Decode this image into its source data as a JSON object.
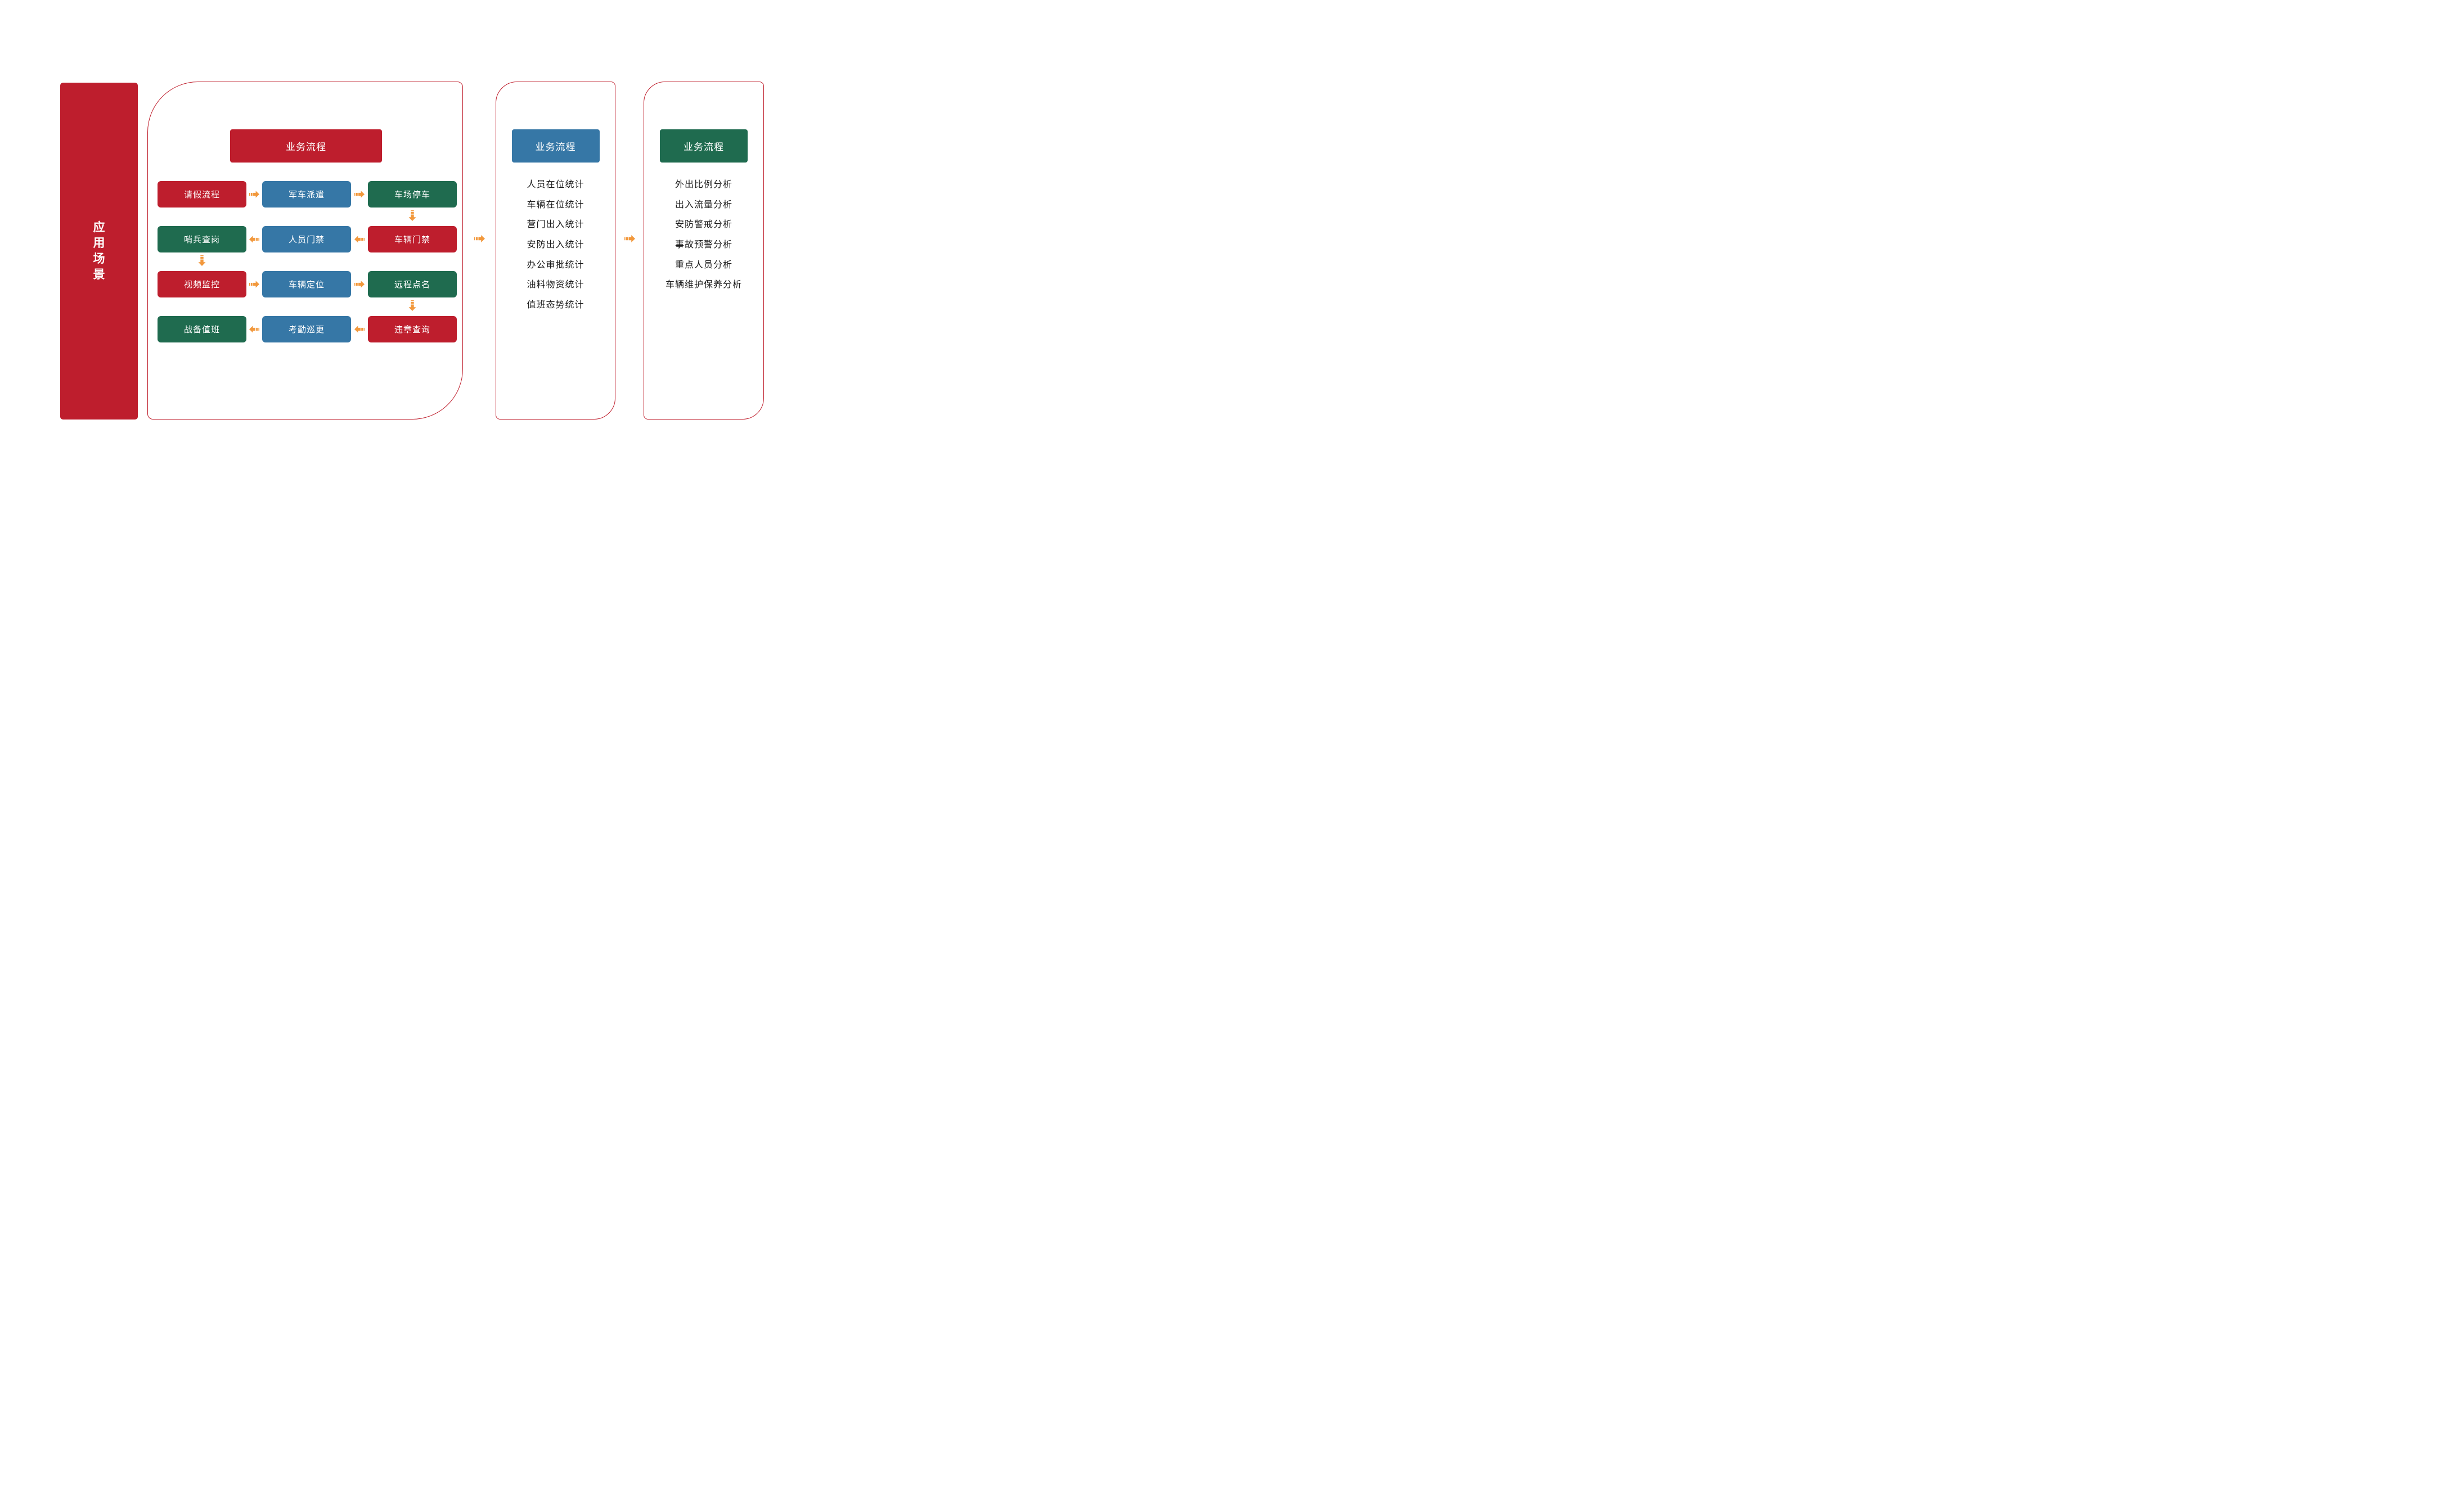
{
  "colors": {
    "red": "#BE1E2D",
    "blue": "#3677A6",
    "green": "#1F6B4F",
    "orange": "#F2983C",
    "outline": "#BF1E2C"
  },
  "sidebar": {
    "label": "应用场景",
    "chars": [
      "应",
      "用",
      "场",
      "景"
    ],
    "color": "red"
  },
  "flow_panel": {
    "header": {
      "label": "业务流程",
      "color": "red"
    },
    "boxes": [
      {
        "label": "请假流程",
        "color": "red"
      },
      {
        "label": "军车派遣",
        "color": "blue"
      },
      {
        "label": "车场停车",
        "color": "green"
      },
      {
        "label": "哨兵查岗",
        "color": "green"
      },
      {
        "label": "人员门禁",
        "color": "blue"
      },
      {
        "label": "车辆门禁",
        "color": "red"
      },
      {
        "label": "视频监控",
        "color": "red"
      },
      {
        "label": "车辆定位",
        "color": "blue"
      },
      {
        "label": "远程点名",
        "color": "green"
      },
      {
        "label": "战备值班",
        "color": "green"
      },
      {
        "label": "考勤巡更",
        "color": "blue"
      },
      {
        "label": "违章查询",
        "color": "red"
      }
    ],
    "flow_order": [
      "请假流程",
      "军车派遣",
      "车场停车",
      "车辆门禁",
      "人员门禁",
      "哨兵查岗",
      "视频监控",
      "车辆定位",
      "远程点名",
      "违章查询",
      "考勤巡更",
      "战备值班"
    ]
  },
  "stats_panel": {
    "header": {
      "label": "业务流程",
      "color": "blue"
    },
    "items": [
      "人员在位统计",
      "车辆在位统计",
      "营门出入统计",
      "安防出入统计",
      "办公审批统计",
      "油料物资统计",
      "值班态势统计"
    ]
  },
  "analysis_panel": {
    "header": {
      "label": "业务流程",
      "color": "green"
    },
    "items": [
      "外出比例分析",
      "出入流量分析",
      "安防警戒分析",
      "事故预警分析",
      "重点人员分析",
      "车辆维护保养分析"
    ]
  }
}
